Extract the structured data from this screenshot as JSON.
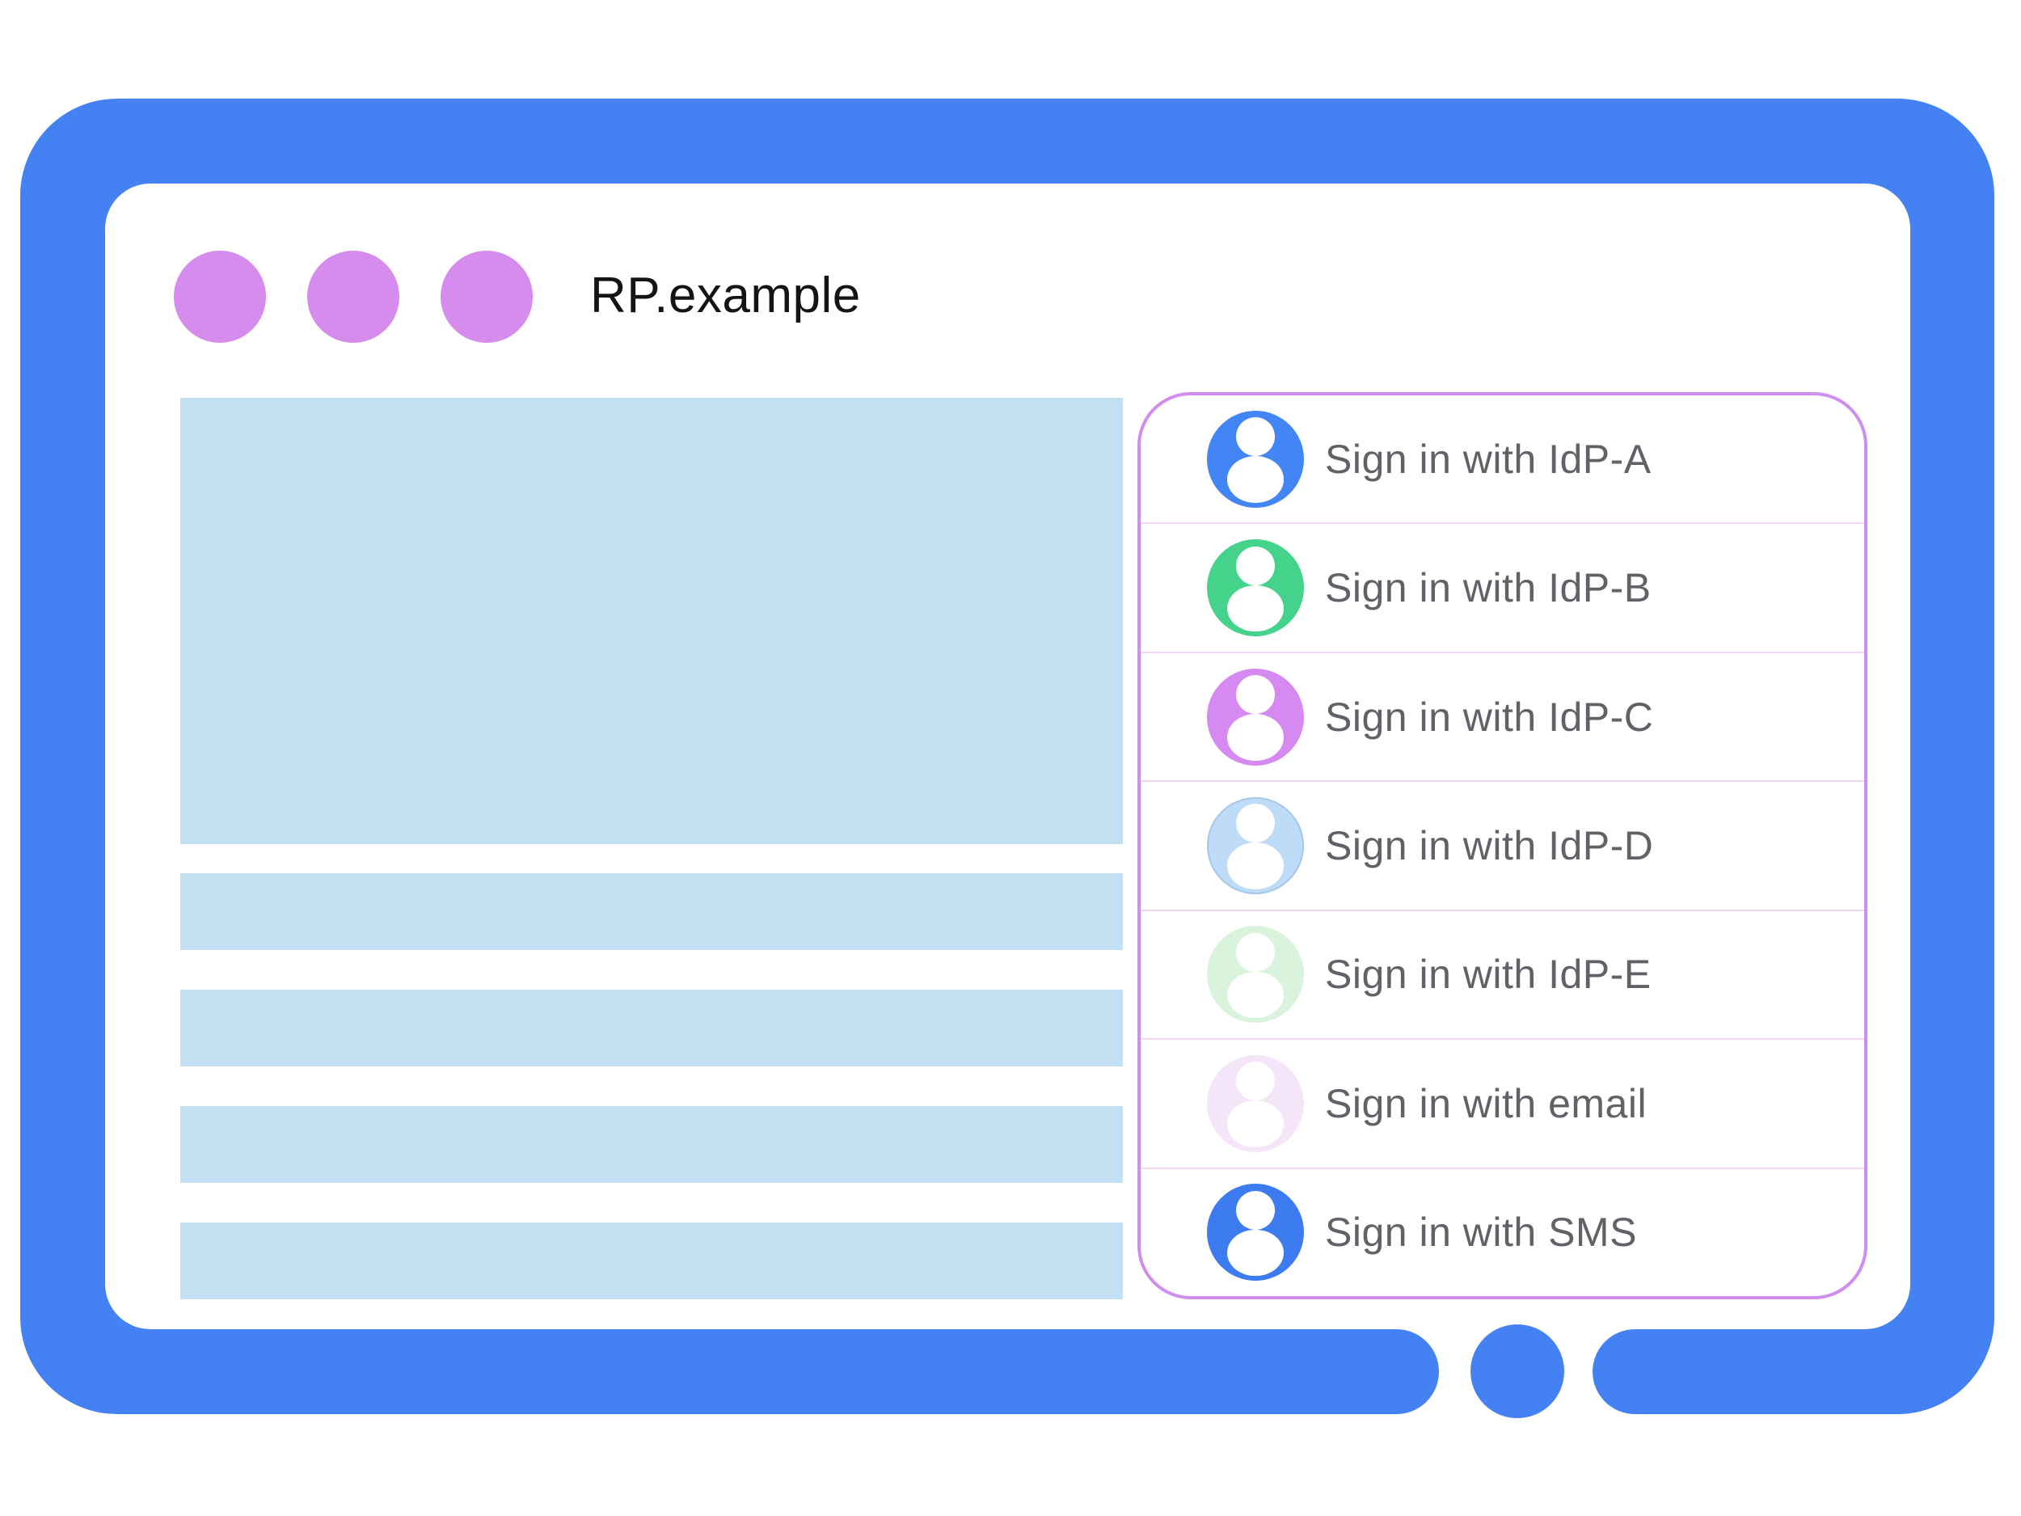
{
  "colors": {
    "frame_blue": "#4482f3",
    "placeholder_blue": "#c2e0f2",
    "window_dot_purple": "#d58cec",
    "dialog_border_purple": "#d08df0",
    "row_divider_pink": "#f3d6f4",
    "label_gray": "#5f6368",
    "title_black": "#141414"
  },
  "window": {
    "title": "RP.example",
    "window_dots_count": 3
  },
  "content_placeholders": {
    "hero_blocks": 1,
    "line_bars": 4
  },
  "signin_dialog": {
    "options": [
      {
        "id": "idp-a",
        "label": "Sign in with IdP-A",
        "avatar_color": "#4285f4",
        "avatar_border": ""
      },
      {
        "id": "idp-b",
        "label": "Sign in with IdP-B",
        "avatar_color": "#45d38c",
        "avatar_border": ""
      },
      {
        "id": "idp-c",
        "label": "Sign in with IdP-C",
        "avatar_color": "#d689f0",
        "avatar_border": ""
      },
      {
        "id": "idp-d",
        "label": "Sign in with IdP-D",
        "avatar_color": "#bedcf8",
        "avatar_border": "#a5c8ea"
      },
      {
        "id": "idp-e",
        "label": "Sign in with IdP-E",
        "avatar_color": "#daf3dc",
        "avatar_border": ""
      },
      {
        "id": "email",
        "label": "Sign in with email",
        "avatar_color": "#f4e6f8",
        "avatar_border": ""
      },
      {
        "id": "sms",
        "label": "Sign in with SMS",
        "avatar_color": "#3c7cf0",
        "avatar_border": ""
      }
    ]
  }
}
